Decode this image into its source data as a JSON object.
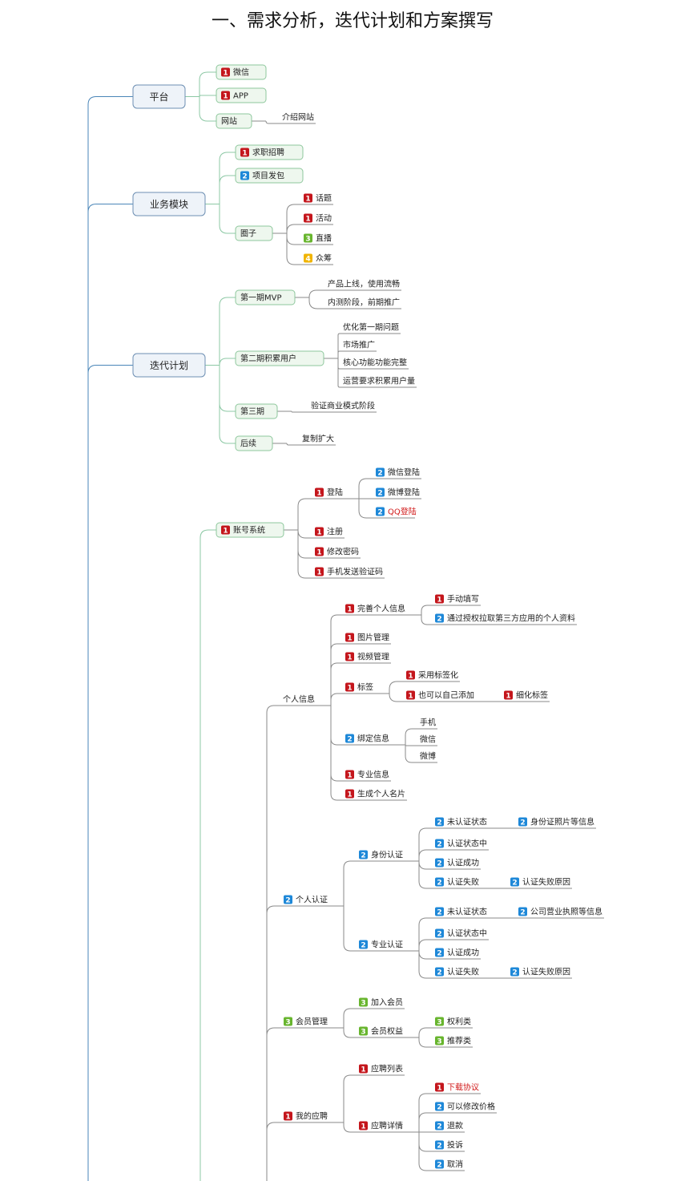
{
  "title": "一、需求分析，迭代计划和方案撰写",
  "colors": {
    "p1": "#c4161c",
    "p2": "#1e88d8",
    "p3": "#68b52e",
    "p4": "#f0b400",
    "line_main": "#4a86b8",
    "line_sub": "#8cc8a4",
    "line_leaf": "#8a8a8a"
  },
  "nodes": [
    {
      "id": "b1",
      "label": "平台",
      "style": "blue"
    },
    {
      "id": "b2",
      "label": "业务模块",
      "style": "blue"
    },
    {
      "id": "b3",
      "label": "迭代计划",
      "style": "blue"
    },
    {
      "id": "n1",
      "label": "微信",
      "style": "green",
      "priority": "1"
    },
    {
      "id": "n2",
      "label": "APP",
      "style": "green",
      "priority": "1"
    },
    {
      "id": "n3",
      "label": "网站",
      "style": "green"
    },
    {
      "id": "n4",
      "label": "介绍网站",
      "style": "leaf"
    },
    {
      "id": "n5",
      "label": "求职招聘",
      "style": "green",
      "priority": "1"
    },
    {
      "id": "n6",
      "label": "项目发包",
      "style": "green",
      "priority": "2"
    },
    {
      "id": "n7",
      "label": "圈子",
      "style": "green"
    },
    {
      "id": "n8",
      "label": "话题",
      "style": "leaf",
      "priority": "1"
    },
    {
      "id": "n9",
      "label": "活动",
      "style": "leaf",
      "priority": "1"
    },
    {
      "id": "n10",
      "label": "直播",
      "style": "leaf",
      "priority": "3"
    },
    {
      "id": "n11",
      "label": "众筹",
      "style": "leaf",
      "priority": "4"
    },
    {
      "id": "n12",
      "label": "第一期MVP",
      "style": "green"
    },
    {
      "id": "n13",
      "label": "产品上线，使用流畅",
      "style": "leaf"
    },
    {
      "id": "n14",
      "label": "内测阶段，前期推广",
      "style": "leaf"
    },
    {
      "id": "n15",
      "label": "第二期积累用户",
      "style": "green"
    },
    {
      "id": "n16",
      "label": "优化第一期问题",
      "style": "leaf"
    },
    {
      "id": "n17",
      "label": "市场推广",
      "style": "leaf"
    },
    {
      "id": "n18",
      "label": "核心功能功能完整",
      "style": "leaf"
    },
    {
      "id": "n19",
      "label": "运营要求积累用户量",
      "style": "leaf"
    },
    {
      "id": "n20",
      "label": "第三期",
      "style": "green"
    },
    {
      "id": "n21",
      "label": "验证商业模式阶段",
      "style": "leaf"
    },
    {
      "id": "n22",
      "label": "后续",
      "style": "green"
    },
    {
      "id": "n23",
      "label": "复制扩大",
      "style": "leaf"
    },
    {
      "id": "n24",
      "label": "账号系统",
      "style": "green",
      "priority": "1"
    },
    {
      "id": "n25",
      "label": "登陆",
      "style": "leaf",
      "priority": "1"
    },
    {
      "id": "n26",
      "label": "微信登陆",
      "style": "leaf",
      "priority": "2"
    },
    {
      "id": "n27",
      "label": "微博登陆",
      "style": "leaf",
      "priority": "2"
    },
    {
      "id": "n28",
      "label": "QQ登陆",
      "style": "leaf",
      "priority": "2",
      "red": true
    },
    {
      "id": "n29",
      "label": "注册",
      "style": "leaf",
      "priority": "1"
    },
    {
      "id": "n30",
      "label": "修改密码",
      "style": "leaf",
      "priority": "1"
    },
    {
      "id": "n31",
      "label": "手机发送验证码",
      "style": "leaf",
      "priority": "1"
    },
    {
      "id": "n32",
      "label": "个人信息",
      "style": "leaf"
    },
    {
      "id": "n33",
      "label": "完善个人信息",
      "style": "leaf",
      "priority": "1"
    },
    {
      "id": "n34",
      "label": "手动填写",
      "style": "leaf",
      "priority": "1"
    },
    {
      "id": "n35",
      "label": "通过授权拉取第三方应用的个人资料",
      "style": "leaf",
      "priority": "2"
    },
    {
      "id": "n36",
      "label": "图片管理",
      "style": "leaf",
      "priority": "1"
    },
    {
      "id": "n37",
      "label": "视频管理",
      "style": "leaf",
      "priority": "1"
    },
    {
      "id": "n38",
      "label": "标签",
      "style": "leaf",
      "priority": "1"
    },
    {
      "id": "n39",
      "label": "采用标签化",
      "style": "leaf",
      "priority": "1"
    },
    {
      "id": "n40",
      "label": "也可以自己添加",
      "style": "leaf",
      "priority": "1"
    },
    {
      "id": "n41",
      "label": "细化标签",
      "style": "leaf",
      "priority": "1"
    },
    {
      "id": "n42",
      "label": "绑定信息",
      "style": "leaf",
      "priority": "2"
    },
    {
      "id": "n43",
      "label": "手机",
      "style": "leaf"
    },
    {
      "id": "n44",
      "label": "微信",
      "style": "leaf"
    },
    {
      "id": "n45",
      "label": "微博",
      "style": "leaf"
    },
    {
      "id": "n46",
      "label": "专业信息",
      "style": "leaf",
      "priority": "1"
    },
    {
      "id": "n47",
      "label": "生成个人名片",
      "style": "leaf",
      "priority": "1"
    },
    {
      "id": "n48",
      "label": "个人认证",
      "style": "leaf",
      "priority": "2"
    },
    {
      "id": "n49",
      "label": "身份认证",
      "style": "leaf",
      "priority": "2"
    },
    {
      "id": "n50",
      "label": "未认证状态",
      "style": "leaf",
      "priority": "2"
    },
    {
      "id": "n51",
      "label": "身份证照片等信息",
      "style": "leaf",
      "priority": "2"
    },
    {
      "id": "n52",
      "label": "认证状态中",
      "style": "leaf",
      "priority": "2"
    },
    {
      "id": "n53",
      "label": "认证成功",
      "style": "leaf",
      "priority": "2"
    },
    {
      "id": "n54",
      "label": "认证失败",
      "style": "leaf",
      "priority": "2"
    },
    {
      "id": "n55",
      "label": "认证失败原因",
      "style": "leaf",
      "priority": "2"
    },
    {
      "id": "n56",
      "label": "专业认证",
      "style": "leaf",
      "priority": "2"
    },
    {
      "id": "n57",
      "label": "未认证状态",
      "style": "leaf",
      "priority": "2"
    },
    {
      "id": "n58",
      "label": "公司营业执照等信息",
      "style": "leaf",
      "priority": "2"
    },
    {
      "id": "n59",
      "label": "认证状态中",
      "style": "leaf",
      "priority": "2"
    },
    {
      "id": "n60",
      "label": "认证成功",
      "style": "leaf",
      "priority": "2"
    },
    {
      "id": "n61",
      "label": "认证失败",
      "style": "leaf",
      "priority": "2"
    },
    {
      "id": "n62",
      "label": "认证失败原因",
      "style": "leaf",
      "priority": "2"
    },
    {
      "id": "n63",
      "label": "会员管理",
      "style": "leaf",
      "priority": "3"
    },
    {
      "id": "n64",
      "label": "加入会员",
      "style": "leaf",
      "priority": "3"
    },
    {
      "id": "n65",
      "label": "会员权益",
      "style": "leaf",
      "priority": "3"
    },
    {
      "id": "n66",
      "label": "权利类",
      "style": "leaf",
      "priority": "3"
    },
    {
      "id": "n67",
      "label": "推荐类",
      "style": "leaf",
      "priority": "3"
    },
    {
      "id": "n68",
      "label": "我的应聘",
      "style": "leaf",
      "priority": "1"
    },
    {
      "id": "n69",
      "label": "应聘列表",
      "style": "leaf",
      "priority": "1"
    },
    {
      "id": "n70",
      "label": "应聘详情",
      "style": "leaf",
      "priority": "1"
    },
    {
      "id": "n71",
      "label": "下载协议",
      "style": "leaf",
      "priority": "1",
      "red": true
    },
    {
      "id": "n72",
      "label": "可以修改价格",
      "style": "leaf",
      "priority": "2"
    },
    {
      "id": "n73",
      "label": "退款",
      "style": "leaf",
      "priority": "2"
    },
    {
      "id": "n74",
      "label": "投诉",
      "style": "leaf",
      "priority": "2"
    },
    {
      "id": "n75",
      "label": "取消",
      "style": "leaf",
      "priority": "2"
    }
  ]
}
